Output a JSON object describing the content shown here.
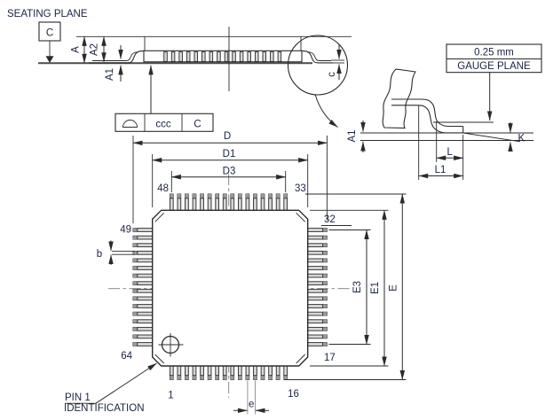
{
  "colors": {
    "line": "#2b2b2b",
    "text": "#1a2440",
    "pin_fill": "#d6d6d6",
    "pin_tip": "#9a9a9a",
    "gray_line": "#8a8a8a"
  },
  "side_view": {
    "seating_plane_label": "SEATING PLANE",
    "datum_label": "C",
    "dims": {
      "a": "A",
      "a2": "A2",
      "a1": "A1",
      "c": "c"
    },
    "fcf": {
      "symbol": "profile-of-surface",
      "tolerance": "ccc",
      "datum": "C"
    }
  },
  "detail_view": {
    "callout_line1": "0.25 mm",
    "callout_line2": "GAUGE PLANE",
    "dims": {
      "a1": "A1",
      "k": "K",
      "l": "L",
      "l1": "L1"
    }
  },
  "top_view": {
    "pins_per_side": 16,
    "dims": {
      "d": "D",
      "d1": "D1",
      "d3": "D3",
      "e": "E",
      "e1": "E1",
      "e3": "E3",
      "b": "b",
      "pitch": "e"
    },
    "corner_pins": {
      "top_left": "48",
      "top_right": "33",
      "right_top": "32",
      "right_bottom": "17",
      "left_top": "49",
      "left_bottom": "64",
      "bottom_left": "1",
      "bottom_right": "16"
    },
    "pin1_note": {
      "line1": "PIN 1",
      "line2": "IDENTIFICATION"
    }
  }
}
